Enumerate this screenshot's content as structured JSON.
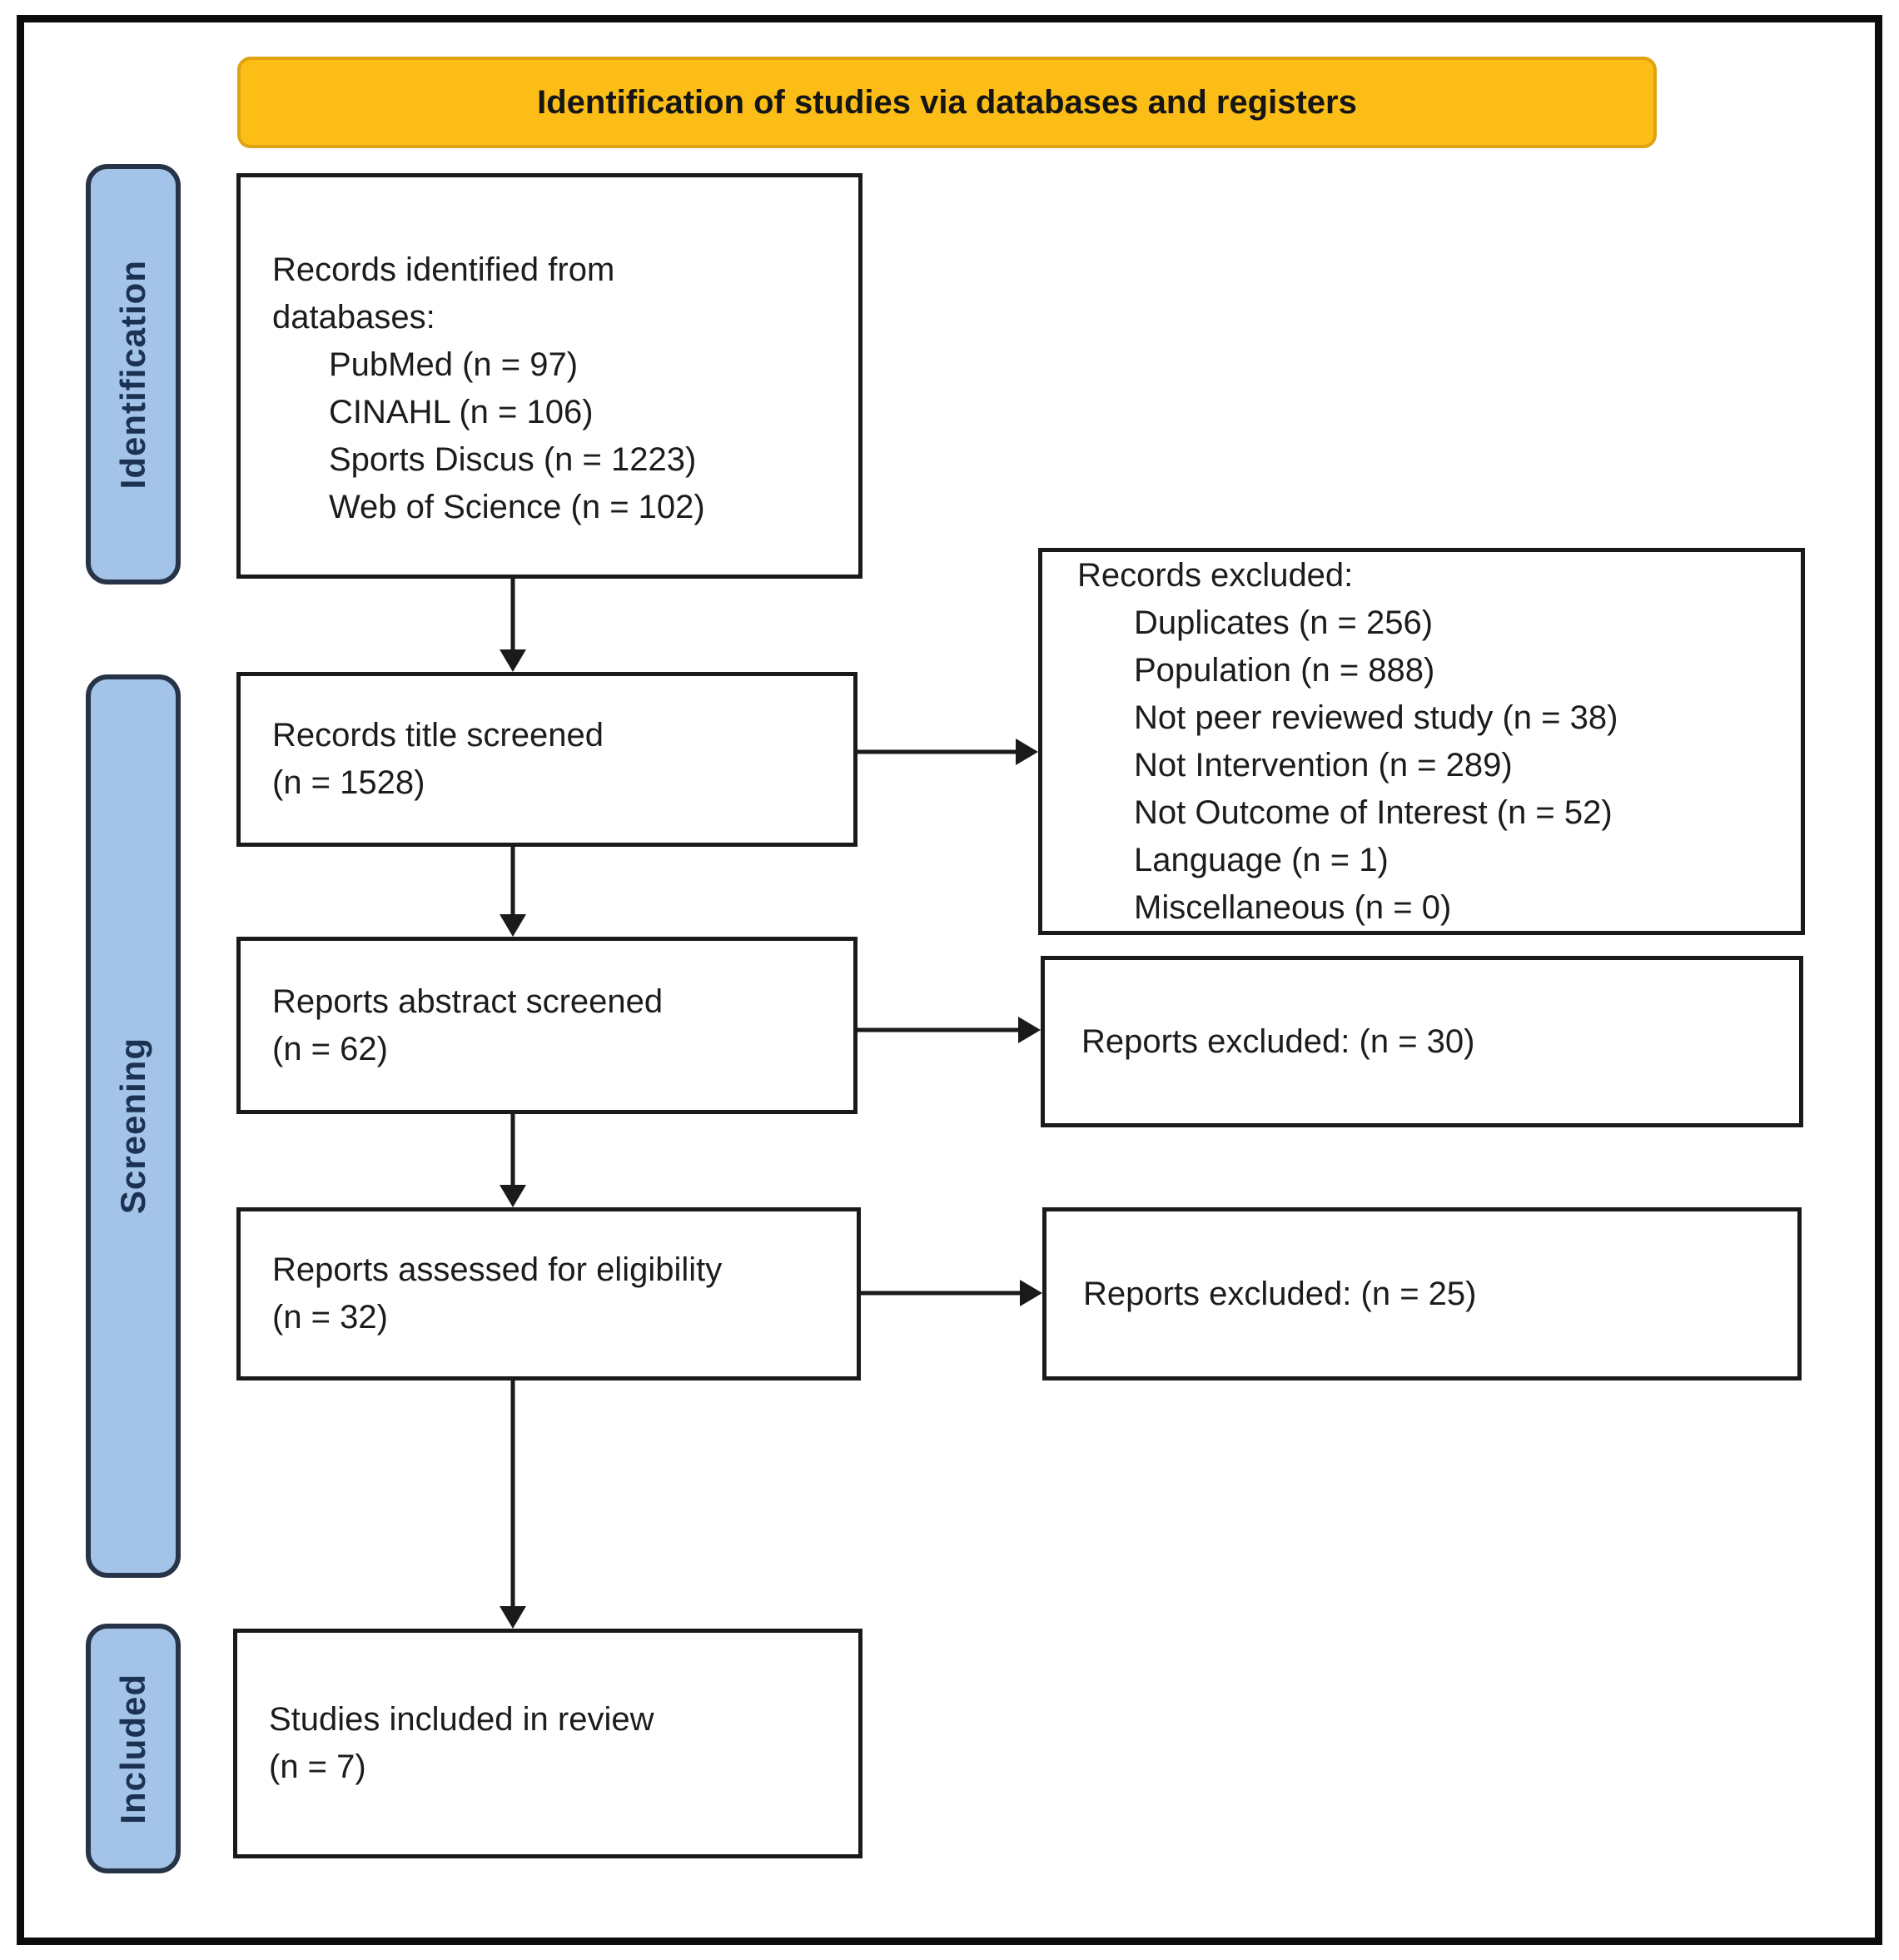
{
  "header": {
    "title": "Identification of studies via databases and registers"
  },
  "stages": [
    {
      "label": "Identification"
    },
    {
      "label": "Screening"
    },
    {
      "label": "Included"
    }
  ],
  "boxes": {
    "identified": {
      "lines": [
        "Records identified from",
        "databases:"
      ],
      "items": [
        "PubMed (n = 97)",
        "CINAHL (n = 106)",
        "Sports Discus (n = 1223)",
        "Web of Science (n = 102)"
      ]
    },
    "title_screened": {
      "lines": [
        "Records title screened",
        "(n = 1528)"
      ]
    },
    "abstract_screened": {
      "lines": [
        "Reports abstract screened",
        "(n = 62)"
      ]
    },
    "eligibility": {
      "lines": [
        "Reports assessed for eligibility",
        "(n = 32)"
      ]
    },
    "included": {
      "lines": [
        "Studies included in review",
        "(n = 7)"
      ]
    },
    "records_excluded": {
      "title": "Records excluded:",
      "items": [
        "Duplicates (n = 256)",
        "Population (n = 888)",
        "Not peer reviewed study (n = 38)",
        "Not Intervention (n = 289)",
        "Not Outcome of Interest (n = 52)",
        "Language (n = 1)",
        "Miscellaneous (n = 0)"
      ]
    },
    "reports_excluded_30": {
      "text": "Reports excluded: (n = 30)"
    },
    "reports_excluded_25": {
      "text": "Reports excluded: (n = 25)"
    }
  },
  "colors": {
    "banner_bg": "#FBBD16",
    "banner_border": "#DFA313",
    "stage_bg": "#A3C4E8",
    "stage_border": "#273448",
    "stage_text": "#1C3253",
    "box_border": "#1A1A1A",
    "arrow": "#1A1A1A",
    "frame": "#0C0C0C"
  }
}
